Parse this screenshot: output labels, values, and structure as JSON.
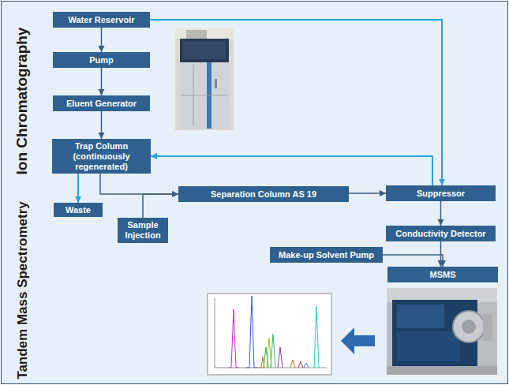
{
  "diagram": {
    "nodes": [
      {
        "text": [
          "Water Reservoir"
        ]
      },
      {
        "text": [
          "Pump"
        ]
      },
      {
        "text": [
          "Eluent Generator"
        ]
      },
      {
        "text": [
          "Trap Column (continuously regenerated)"
        ]
      },
      {
        "text": [
          "Waste"
        ]
      },
      {
        "text": [
          "Sample Injection"
        ]
      },
      {
        "text": [
          "Separation Column AS 19"
        ]
      },
      {
        "text": [
          "Suppressor"
        ]
      },
      {
        "text": [
          "Conductivity Detector"
        ]
      },
      {
        "text": [
          "Make-up Solvent Pump"
        ]
      },
      {
        "text": [
          "MSMS"
        ]
      }
    ],
    "edges": [
      {
        "from": 0,
        "to": 1,
        "arrow": "to"
      },
      {
        "from": 1,
        "to": 2,
        "arrow": "to"
      },
      {
        "from": 2,
        "to": 3,
        "arrow": "to"
      },
      {
        "from": 0,
        "to": 7,
        "arrow": "to"
      },
      {
        "from": 7,
        "to": 3,
        "arrow": "to"
      },
      {
        "from": 3,
        "to": 4,
        "arrow": "to"
      },
      {
        "from": 3,
        "to": 6,
        "arrow": "to"
      },
      {
        "from": 5,
        "to": 6,
        "arrow": "to"
      },
      {
        "from": 6,
        "to": 7,
        "arrow": "to"
      },
      {
        "from": 7,
        "to": 8,
        "arrow": "to"
      },
      {
        "from": 8,
        "to": 10,
        "arrow": "to"
      },
      {
        "from": 9,
        "to": 10,
        "arrow": "to"
      }
    ],
    "labels": [
      "Ion Chromatography",
      "Tandem Mass Spectrometry"
    ]
  }
}
